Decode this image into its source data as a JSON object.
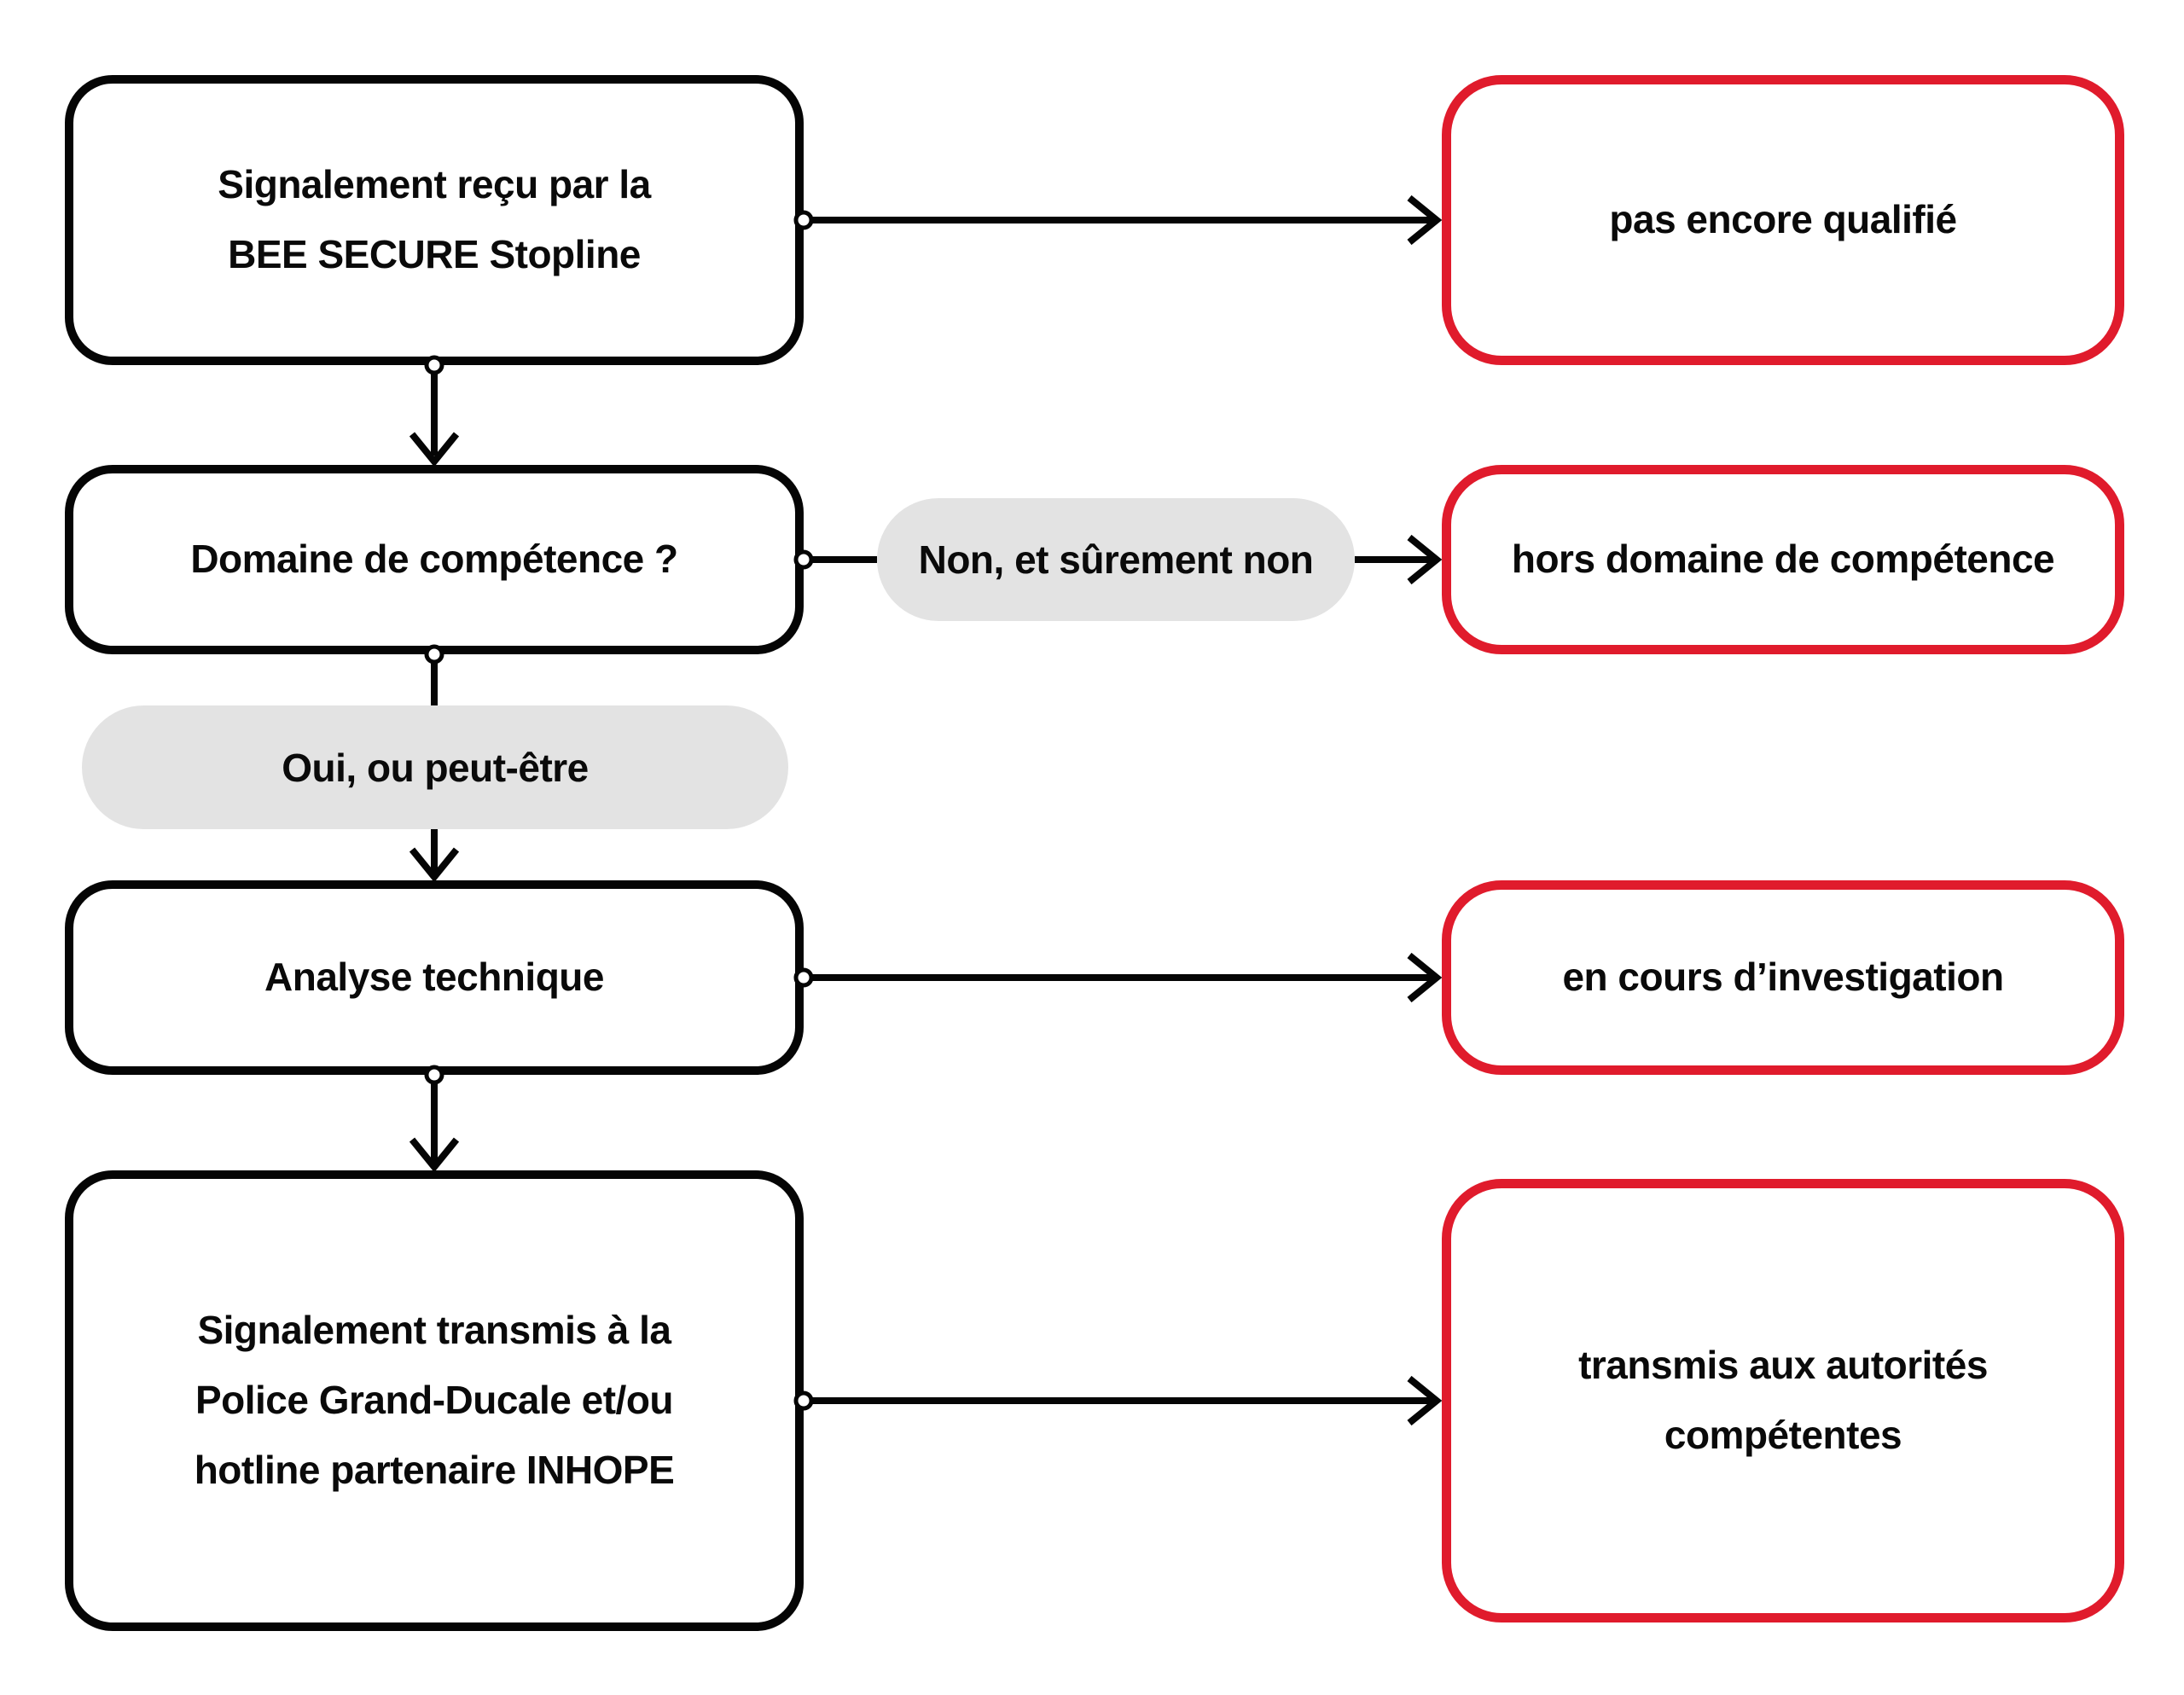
{
  "title": "BEE SECURE Stopline report handling flowchart",
  "colors": {
    "background": "#ffffff",
    "process_border": "#050505",
    "status_border": "#e01b2c",
    "edge_label_background": "#e3e3e3",
    "text": "#0a0a0a"
  },
  "nodes": {
    "process": [
      {
        "lines": [
          "Signalement reçu par la",
          "BEE SECURE Stopline"
        ]
      },
      {
        "lines": [
          "Domaine de compétence ?"
        ]
      },
      {
        "lines": [
          "Analyse technique"
        ]
      },
      {
        "lines": [
          "Signalement transmis à la",
          "Police Grand-Ducale et/ou",
          "hotline partenaire INHOPE"
        ]
      }
    ],
    "status": [
      {
        "lines": [
          "pas encore qualifié"
        ]
      },
      {
        "lines": [
          "hors domaine de compétence"
        ]
      },
      {
        "lines": [
          "en cours d’investigation"
        ]
      },
      {
        "lines": [
          "transmis aux autorités",
          "compétentes"
        ]
      }
    ],
    "edge_labels": [
      {
        "text": "Non, et sûrement non"
      },
      {
        "text": "Oui, ou peut-être"
      }
    ]
  }
}
